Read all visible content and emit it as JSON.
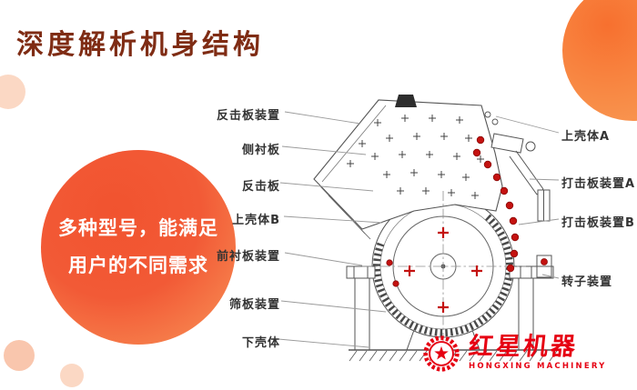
{
  "title": "深度解析机身结构",
  "promo": {
    "line1": "多种型号，能满足",
    "line2": "用户的不同需求"
  },
  "diagram": {
    "left_labels": [
      {
        "text": "反击板装置"
      },
      {
        "text": "侧衬板"
      },
      {
        "text": "反击板"
      },
      {
        "text": "上壳体B"
      },
      {
        "text": "前衬板装置"
      },
      {
        "text": "筛板装置"
      },
      {
        "text": "下壳体"
      }
    ],
    "right_labels": [
      {
        "text": "上壳体A"
      },
      {
        "text": "打击板装置A"
      },
      {
        "text": "打击板装置B"
      },
      {
        "text": "转子装置"
      }
    ]
  },
  "logo": {
    "brand": "红星机器",
    "subtitle": "HONGXING MACHINERY"
  },
  "colors": {
    "title_color": "#7f2c14",
    "promo_deep": "#f1532f",
    "promo_light": "#fa9c60",
    "marker_red": "#c41210",
    "logo_red": "#e60012",
    "line_gray": "#555555"
  }
}
